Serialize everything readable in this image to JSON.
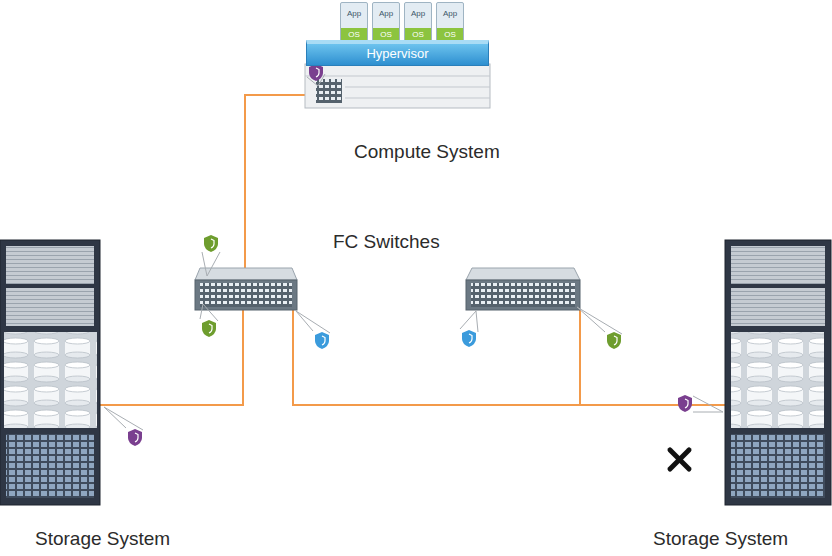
{
  "diagram": {
    "nodes": [
      {
        "text": [
          "Compute System"
        ]
      },
      {
        "text": [
          "App",
          "OS"
        ],
        "in": 0
      },
      {
        "text": [
          "App",
          "OS"
        ],
        "in": 0
      },
      {
        "text": [
          "App",
          "OS"
        ],
        "in": 0
      },
      {
        "text": [
          "App",
          "OS"
        ],
        "in": 0
      },
      {
        "text": [
          "Hypervisor"
        ],
        "in": 0
      },
      {
        "text": [
          "Storage System"
        ]
      },
      {
        "text": [
          "Storage System"
        ]
      }
    ],
    "labels": [
      "FC Switches"
    ]
  }
}
